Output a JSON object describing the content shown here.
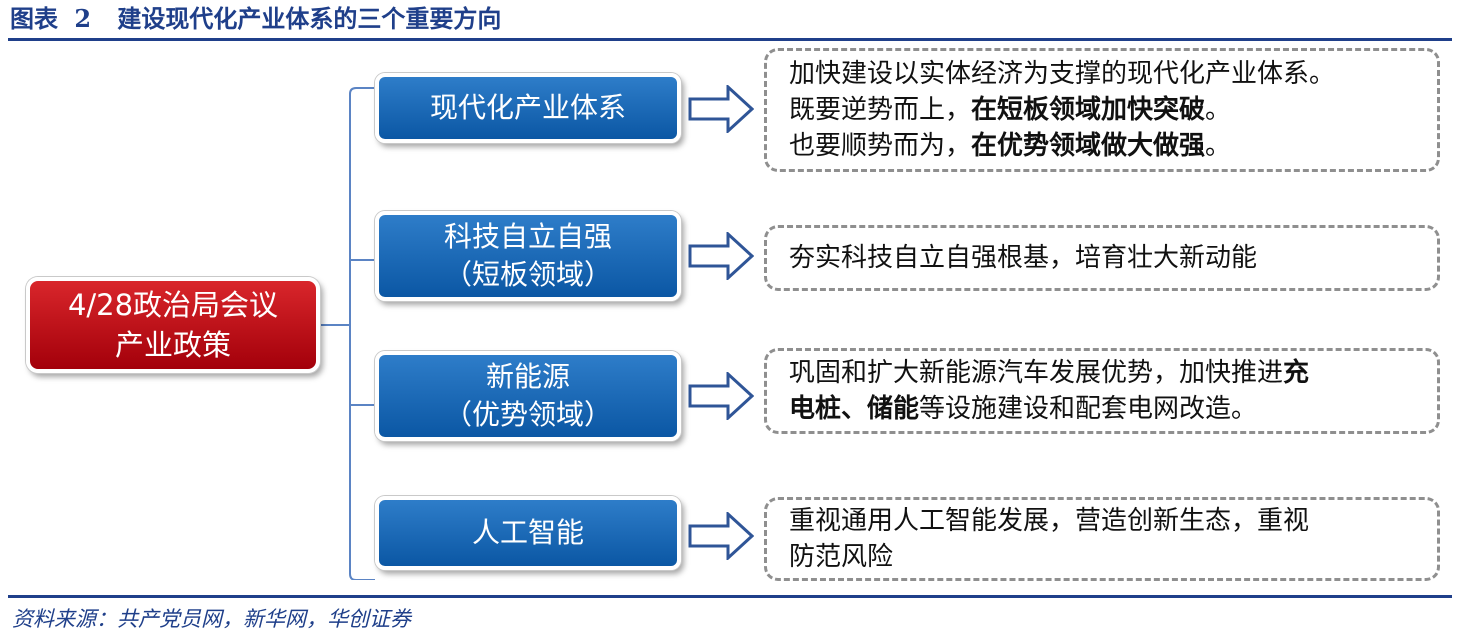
{
  "header": {
    "label": "图表",
    "number": "2",
    "text": "建设现代化产业体系的三个重要方向"
  },
  "root": {
    "line1": "4/28政治局会议",
    "line2": "产业政策"
  },
  "nodes": [
    {
      "line1": "现代化产业体系"
    },
    {
      "line1": "科技自立自强",
      "line2": "（短板领域）"
    },
    {
      "line1": "新能源",
      "line2": "（优势领域）"
    },
    {
      "line1": "人工智能"
    }
  ],
  "boxes": [
    {
      "lines": [
        [
          "加快建设以实体经济为支撑的现代化产业体系。"
        ],
        [
          "既要逆势而上，",
          "在短板领域加快突破",
          "。"
        ],
        [
          "也要顺势而为，",
          "在优势领域做大做强",
          "。"
        ]
      ]
    },
    {
      "lines": [
        [
          "夯实科技自立自强根基，培育壮大新动能"
        ]
      ]
    },
    {
      "lines": [
        [
          "巩固和扩大新能源汽车发展优势，加快推进",
          "充"
        ],
        [
          "",
          "电桩、储能",
          "等设施建设和配套电网改造。"
        ]
      ]
    },
    {
      "lines": [
        [
          "重视通用人工智能发展，营造创新生态，重视"
        ],
        [
          "防范风险"
        ]
      ]
    }
  ],
  "source": "资料来源：共产党员网，新华网，华创证券",
  "colors": {
    "brand_blue": "#1f3f8a",
    "root_red": "#c0141c",
    "node_blue": "#1565b4",
    "dash_gray": "#8f8f8f"
  }
}
